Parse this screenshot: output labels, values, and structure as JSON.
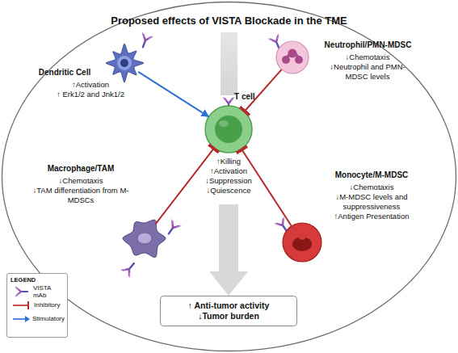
{
  "diagram": {
    "title": "Proposed effects of VISTA Blockade in the TME",
    "nodes": [
      {
        "text": [
          "Dendritic Cell",
          "↑Activation",
          "↑ Erk1/2 and Jnk1/2"
        ]
      },
      {
        "text": [
          "Neutrophil/PMN-MDSC",
          "↓Chemotaxis",
          "↓Neutrophil and PMN-MDSC levels"
        ]
      },
      {
        "text": [
          "T cell",
          "↑Killing",
          "↑Activation",
          "↓Suppression",
          "↓Quiescence"
        ]
      },
      {
        "text": [
          "Macrophage/TAM",
          "↓Chemotaxis",
          "↓TAM differentiation from M-MDSCs"
        ]
      },
      {
        "text": [
          "Monocyte/M-MDSC",
          "↓Chemotaxis",
          "↓M-MDSC levels and suppressiveness",
          "↑Antigen Presentation"
        ]
      },
      {
        "text": [
          "↑ Anti-tumor activity",
          "↓Tumor burden"
        ]
      }
    ],
    "edges": [
      {
        "from": 0,
        "to": 2,
        "arrow": "to"
      },
      {
        "from": 1,
        "to": 2,
        "arrow": "to"
      },
      {
        "from": 3,
        "to": 2,
        "arrow": "to"
      },
      {
        "from": 4,
        "to": 2,
        "arrow": "to"
      },
      {
        "from": 2,
        "to": 5,
        "arrow": "to"
      }
    ],
    "labels": [
      "LEGEND"
    ],
    "legend": [
      {
        "text": "VISTA mAb"
      },
      {
        "text": "Inhibitory"
      },
      {
        "text": "Stimulatory"
      }
    ]
  }
}
